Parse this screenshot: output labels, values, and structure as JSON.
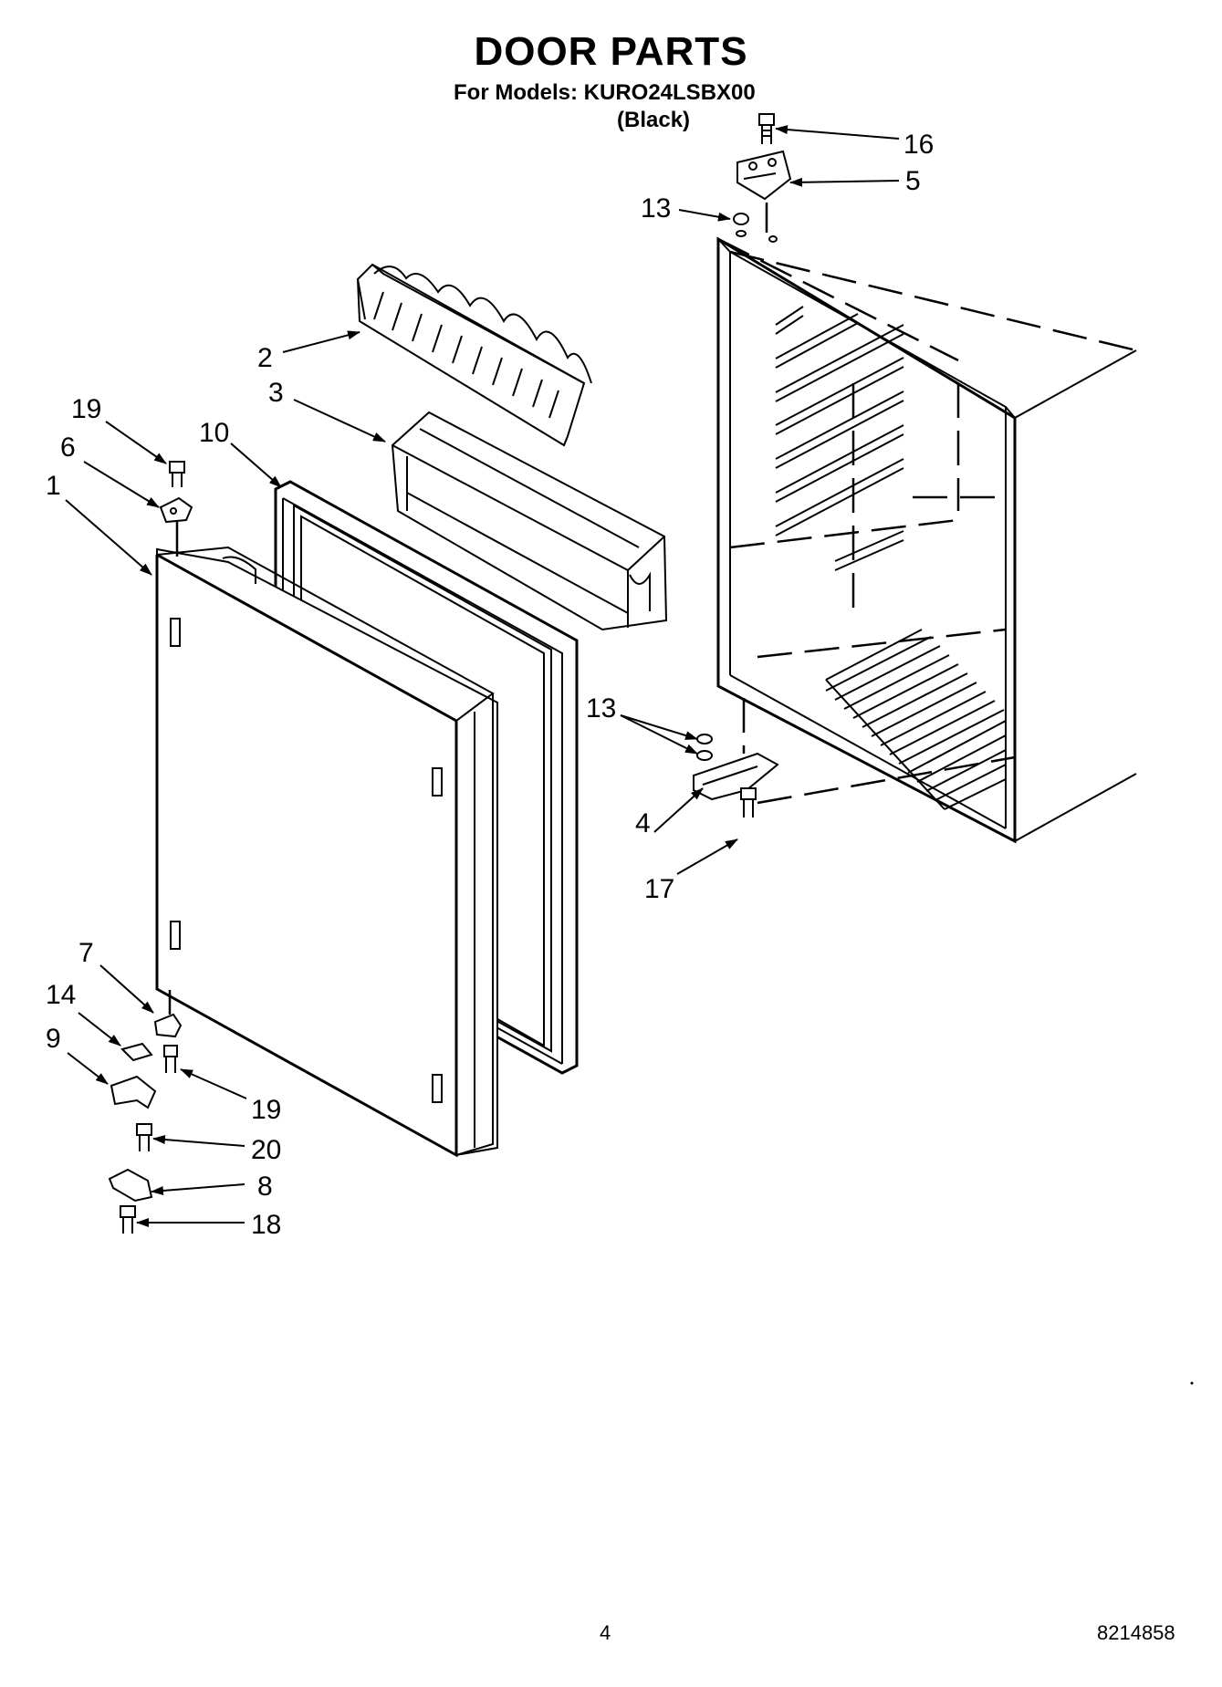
{
  "header": {
    "title": "DOOR PARTS",
    "models_line": "For Models: KURO24LSBX00",
    "variant": "(Black)"
  },
  "callouts": [
    {
      "id": "c16",
      "label": "16"
    },
    {
      "id": "c5",
      "label": "5"
    },
    {
      "id": "c13a",
      "label": "13"
    },
    {
      "id": "c2",
      "label": "2"
    },
    {
      "id": "c3",
      "label": "3"
    },
    {
      "id": "c19a",
      "label": "19"
    },
    {
      "id": "c10",
      "label": "10"
    },
    {
      "id": "c6",
      "label": "6"
    },
    {
      "id": "c1",
      "label": "1"
    },
    {
      "id": "c13b",
      "label": "13"
    },
    {
      "id": "c4",
      "label": "4"
    },
    {
      "id": "c17",
      "label": "17"
    },
    {
      "id": "c7",
      "label": "7"
    },
    {
      "id": "c14",
      "label": "14"
    },
    {
      "id": "c9",
      "label": "9"
    },
    {
      "id": "c19b",
      "label": "19"
    },
    {
      "id": "c20",
      "label": "20"
    },
    {
      "id": "c8",
      "label": "8"
    },
    {
      "id": "c18",
      "label": "18"
    }
  ],
  "footer": {
    "page_number": "4",
    "document_number": "8214858"
  }
}
